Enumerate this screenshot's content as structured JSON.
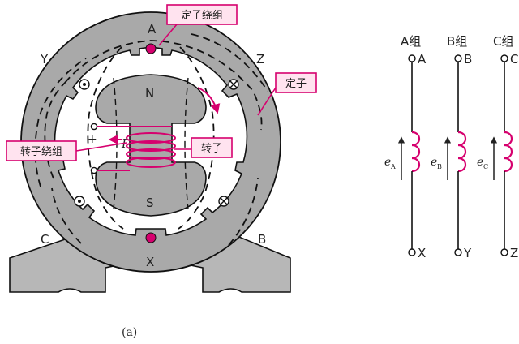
{
  "figure": {
    "caption": "(a)",
    "generator": {
      "pole_north": "N",
      "pole_south": "S",
      "phase_marks": [
        "A",
        "Y",
        "Z",
        "C",
        "B",
        "X"
      ],
      "current_symbol": "I",
      "plus_sign": "+",
      "callouts": {
        "stator_winding": "定子绕组",
        "stator": "定子",
        "rotor_winding": "转子绕组",
        "rotor": "转子"
      },
      "colors": {
        "stator_gray": "#a9a9a9",
        "base_gray": "#b7b7b7",
        "callout_border": "#d6006e",
        "winding_magenta": "#d6006e",
        "callout_fill": "#ffe3ef"
      }
    },
    "windings": [
      {
        "group_label": "A组",
        "top_terminal": "A",
        "bottom_terminal": "X",
        "emf_base": "e",
        "emf_sub": "A"
      },
      {
        "group_label": "B组",
        "top_terminal": "B",
        "bottom_terminal": "Y",
        "emf_base": "e",
        "emf_sub": "B"
      },
      {
        "group_label": "C组",
        "top_terminal": "C",
        "bottom_terminal": "Z",
        "emf_base": "e",
        "emf_sub": "C"
      }
    ]
  }
}
